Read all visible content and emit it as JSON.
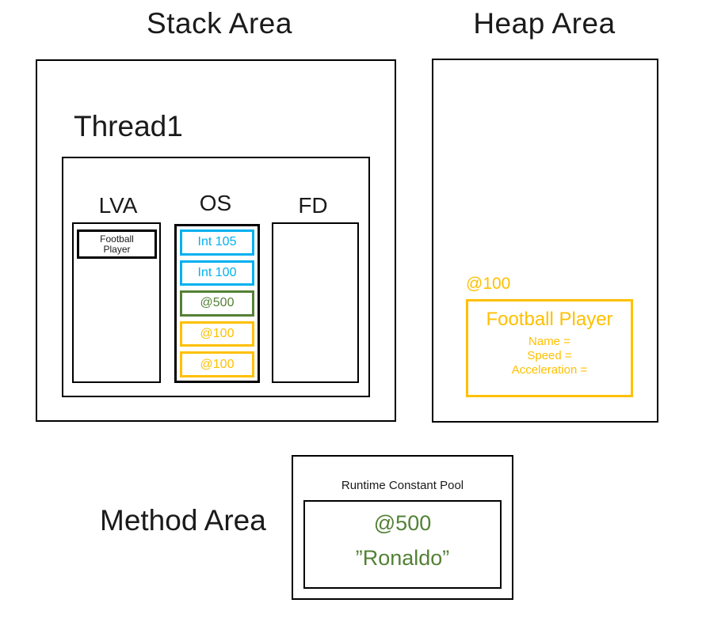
{
  "stack_area": {
    "title": "Stack Area",
    "thread_label": "Thread1",
    "lva": {
      "label": "LVA",
      "frame_lines": [
        "Football",
        "Player"
      ]
    },
    "os": {
      "label": "OS",
      "slots": [
        {
          "label": "Int 105",
          "color": "#00b0f0"
        },
        {
          "label": "Int 100",
          "color": "#00b0f0"
        },
        {
          "label": "@500",
          "color": "#538135"
        },
        {
          "label": "@100",
          "color": "#ffc000"
        },
        {
          "label": "@100",
          "color": "#ffc000"
        }
      ]
    },
    "fd": {
      "label": "FD"
    }
  },
  "heap_area": {
    "title": "Heap Area",
    "object": {
      "address_label": "@100",
      "title": "Football Player",
      "fields": [
        "Name =",
        "Speed =",
        "Acceleration ="
      ],
      "color": "#ffc000"
    }
  },
  "method_area": {
    "title": "Method Area",
    "runtime_constant_pool": {
      "label": "Runtime Constant Pool",
      "entries": [
        {
          "text": "@500",
          "color": "#538135"
        },
        {
          "text": "”Ronaldo”",
          "color": "#538135"
        }
      ]
    }
  }
}
